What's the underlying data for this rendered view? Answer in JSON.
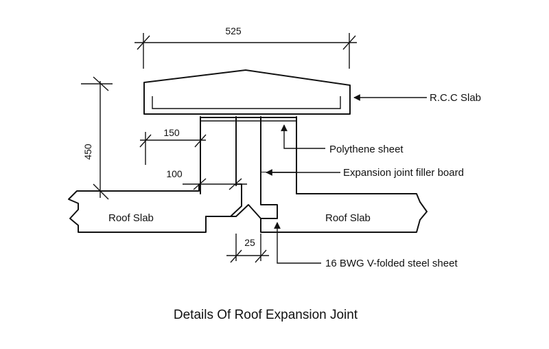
{
  "diagram": {
    "title": "Details Of Roof Expansion Joint",
    "labels": {
      "rcc_slab": "R.C.C Slab",
      "polythene_sheet": "Polythene sheet",
      "filler_board": "Expansion joint filler board",
      "roof_slab_left": "Roof Slab",
      "roof_slab_right": "Roof Slab",
      "steel_sheet": "16 BWG V-folded steel sheet"
    },
    "dimensions": {
      "top_width": "525",
      "height": "450",
      "upstand_width": "150",
      "offset": "100",
      "gap": "25"
    }
  }
}
